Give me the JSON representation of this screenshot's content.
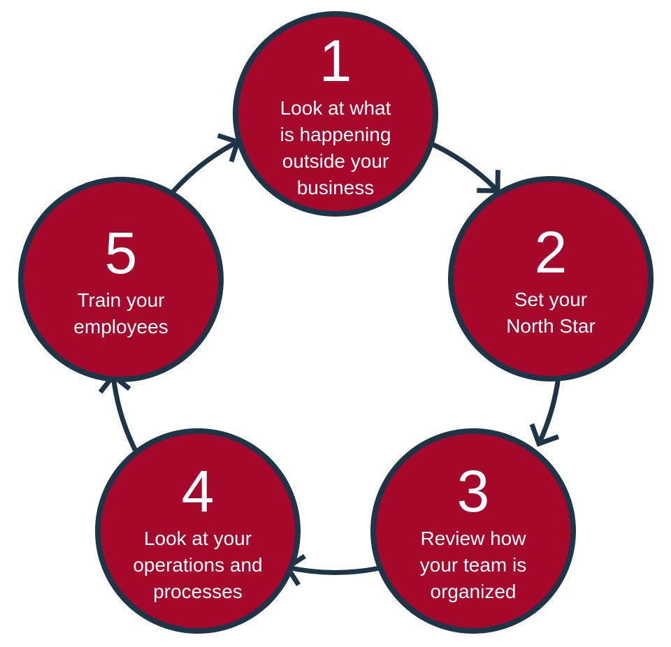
{
  "diagram": {
    "type": "cycle",
    "colors": {
      "circle_fill": "#A6082B",
      "outline": "#1E3447",
      "label_text": "#FFFFFF",
      "background": "#FFFFFF"
    },
    "steps": [
      {
        "number": "1",
        "label": "Look at what\nis happening\noutside your\nbusiness"
      },
      {
        "number": "2",
        "label": "Set your\nNorth Star"
      },
      {
        "number": "3",
        "label": "Review how\nyour team is\norganized"
      },
      {
        "number": "4",
        "label": "Look at your\noperations and\nprocesses"
      },
      {
        "number": "5",
        "label": "Train your\nemployees"
      }
    ],
    "flow": [
      "1→2",
      "2→3",
      "3→4",
      "4→5",
      "5→1"
    ]
  }
}
